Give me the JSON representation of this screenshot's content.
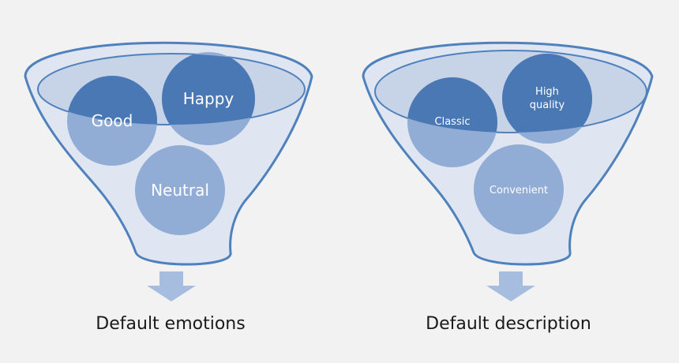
{
  "funnels": [
    {
      "caption": "Default emotions",
      "bubbles": [
        {
          "lines": [
            "Good"
          ]
        },
        {
          "lines": [
            "Happy"
          ]
        },
        {
          "lines": [
            "Neutral"
          ]
        }
      ]
    },
    {
      "caption": "Default description",
      "bubbles": [
        {
          "lines": [
            "Classic"
          ]
        },
        {
          "lines": [
            "High",
            "quality"
          ]
        },
        {
          "lines": [
            "Convenient"
          ]
        }
      ]
    }
  ],
  "colors": {
    "background": "#f2f2f2",
    "funnel_fill": "#dfe6f1",
    "funnel_stroke": "#4f81bd",
    "rim_fill": "#c7d3e6",
    "bubble_dark": "#4a78b5",
    "bubble_light": "#92add5",
    "arrow": "#a7bde0",
    "caption_text": "#1a1a1a"
  }
}
